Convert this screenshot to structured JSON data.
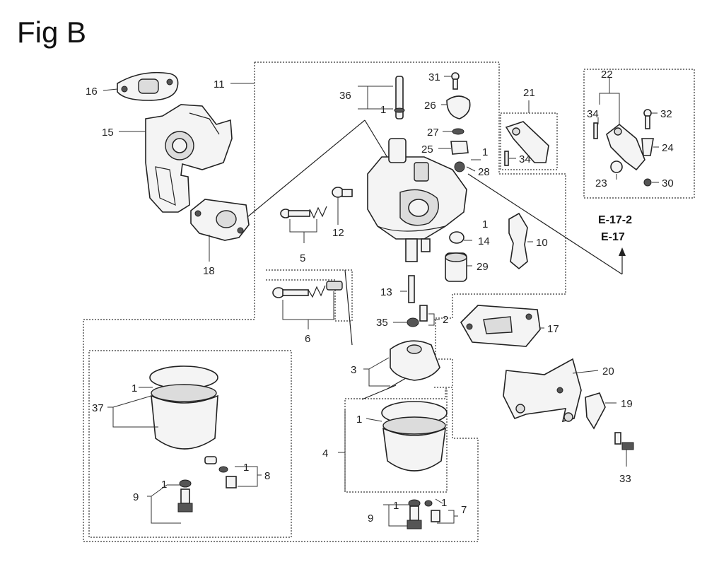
{
  "title": "Fig B",
  "parts": {
    "p1": "1",
    "p2": "2",
    "p3": "3",
    "p4": "4",
    "p5": "5",
    "p6": "6",
    "p7": "7",
    "p8": "8",
    "p9": "9",
    "p10": "10",
    "p11": "11",
    "p12": "12",
    "p13": "13",
    "p14": "14",
    "p15": "15",
    "p16": "16",
    "p17": "17",
    "p18": "18",
    "p19": "19",
    "p20": "20",
    "p21": "21",
    "p22": "22",
    "p23": "23",
    "p24": "24",
    "p25": "25",
    "p26": "26",
    "p27": "27",
    "p28": "28",
    "p29": "29",
    "p30": "30",
    "p31": "31",
    "p32": "32",
    "p33": "33",
    "p34": "34",
    "p35": "35",
    "p36": "36",
    "p37": "37"
  },
  "refs": {
    "e172": "E-17-2",
    "e17": "E-17"
  }
}
